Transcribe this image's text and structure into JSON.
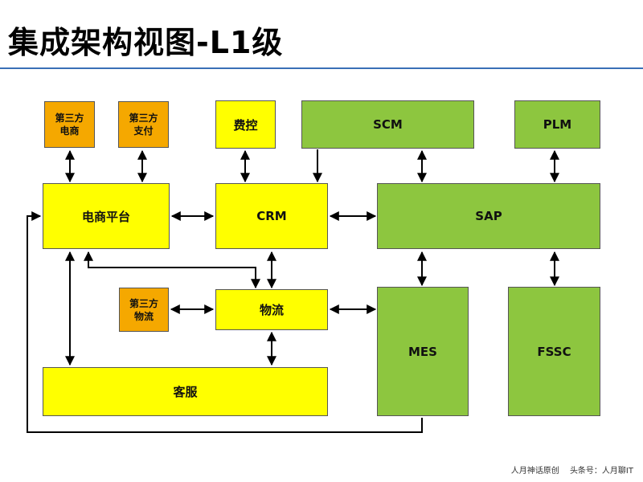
{
  "title": "集成架构视图-L1级",
  "boxes": {
    "third_party_ecommerce": "第三方\n电商",
    "third_party_payment": "第三方\n支付",
    "expense_control": "费控",
    "scm": "SCM",
    "plm": "PLM",
    "ecommerce_platform": "电商平台",
    "crm": "CRM",
    "sap": "SAP",
    "third_party_logistics": "第三方\n物流",
    "logistics": "物流",
    "mes": "MES",
    "fssc": "FSSC",
    "customer_service": "客服"
  },
  "footer": {
    "original": "人月神话原创",
    "account": "头条号：人月聊IT"
  },
  "colors": {
    "orange": "#f5a800",
    "yellow": "#ffff00",
    "green": "#8dc63f",
    "rule": "#3a6fb7"
  }
}
